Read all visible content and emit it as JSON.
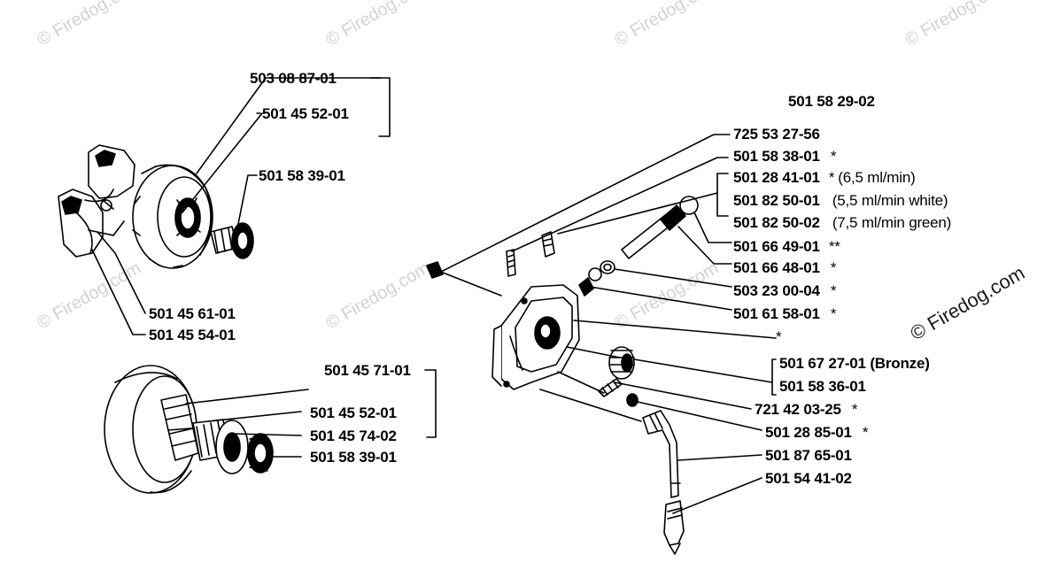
{
  "watermark": {
    "small_text": "© Firedog.com",
    "corner_text": "© Firedog.com"
  },
  "assembly_top_left": {
    "assembly_part": "503 08 87-01",
    "drum_part": "501 45 52-01",
    "bearing_part": "501 58 39-01",
    "shoe_part": "501 45 61-01",
    "spring_part": "501 45 54-01"
  },
  "assembly_bottom_left": {
    "assembly_part": "501 45 71-01",
    "drum_part": "501 45 52-01",
    "sprocket_part": "501 45 74-02",
    "bearing_part": "501 58 39-01"
  },
  "oil_pump": {
    "assembly_part": "501 58 29-02",
    "parts": [
      {
        "number": "725 53 27-56",
        "note": "",
        "mark": ""
      },
      {
        "number": "501 58 38-01",
        "note": "",
        "mark": "*"
      },
      {
        "number": "501 28 41-01",
        "note": "(6,5 ml/min)",
        "mark": "*"
      },
      {
        "number": "501 82 50-01",
        "note": "(5,5 ml/min white)",
        "mark": ""
      },
      {
        "number": "501 82 50-02",
        "note": "(7,5 ml/min green)",
        "mark": ""
      },
      {
        "number": "501 66 49-01",
        "note": "",
        "mark": "**"
      },
      {
        "number": "501 66 48-01",
        "note": "",
        "mark": "*"
      },
      {
        "number": "503 23 00-04",
        "note": "",
        "mark": "*"
      },
      {
        "number": "501 61 58-01",
        "note": "",
        "mark": "*"
      }
    ],
    "housing_mark": "*",
    "lower_parts": [
      {
        "number": "501 67 27-01 (Bronze)",
        "mark": ""
      },
      {
        "number": "501 58 36-01",
        "mark": ""
      },
      {
        "number": "721 42 03-25",
        "mark": "*"
      },
      {
        "number": "501 28 85-01",
        "mark": "*"
      },
      {
        "number": "501 87 65-01",
        "mark": ""
      },
      {
        "number": "501 54 41-02",
        "mark": ""
      }
    ]
  }
}
